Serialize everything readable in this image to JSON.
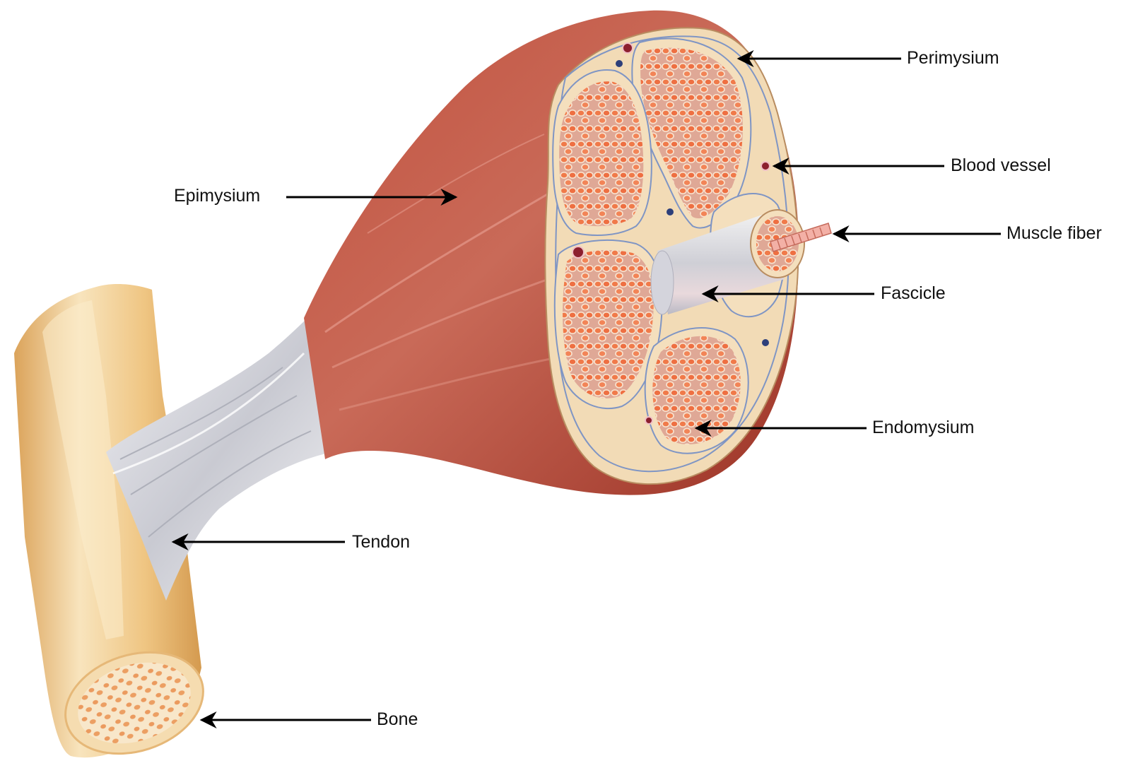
{
  "labels": {
    "perimysium": "Perimysium",
    "blood_vessel": "Blood vessel",
    "muscle_fiber": "Muscle fiber",
    "fascicle": "Fascicle",
    "endomysium": "Endomysium",
    "epimysium": "Epimysium",
    "tendon": "Tendon",
    "bone": "Bone"
  },
  "colors": {
    "muscle_red": "#b7463a",
    "muscle_dark": "#8f2a20",
    "bone_tan": "#e9bc78",
    "bone_light": "#f6dfb2",
    "connective_cream": "#f4dfbd",
    "tissue_pink": "#d99d8b",
    "fiber_orange": "#f0784a",
    "membrane_blue": "#6f8fbf",
    "tendon_white": "#dcdde2",
    "arrow_black": "#000000"
  }
}
